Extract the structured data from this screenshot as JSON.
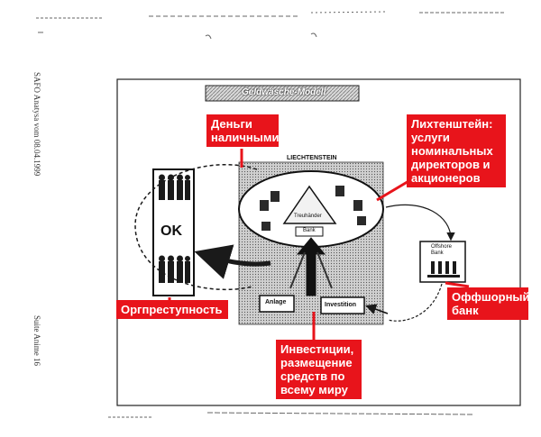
{
  "margin": {
    "top_note": "SAFO Anatysa vom 08.04.1999",
    "bottom_note": "Suite Anime 16"
  },
  "diagram": {
    "banner_title": "Geldwäsche-Modell",
    "ok_label": "OK",
    "liechtenstein_label": "LIECHTENSTEIN",
    "trust_label": "Treuhänder",
    "bank_label": "Bank",
    "anlage_label": "Anlage",
    "investition_label": "Investition",
    "offshore_label": "Offshore\nBank"
  },
  "callouts": {
    "cash": "Деньги\nналичными",
    "liechtenstein": "Лихтенштейн:\nуслуги\nноминальных\nдиректоров и\nакционеров",
    "organized_crime": "Оргпреступность",
    "offshore": "Оффшорный\nбанк",
    "investment": "Инвестиции,\nразмещение\nсредств по\nвсему миру"
  },
  "colors": {
    "accent": "#e8141b",
    "ink": "#1a1a1a"
  }
}
